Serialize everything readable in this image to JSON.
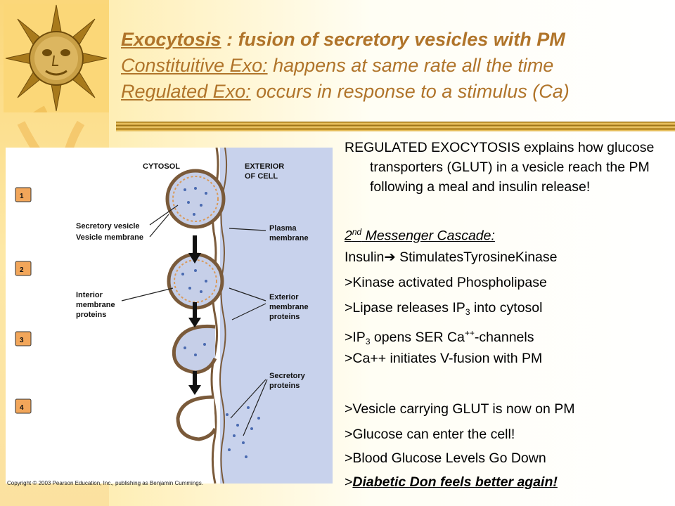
{
  "title": {
    "line1_term": "Exocytosis",
    "line1_rest": " : fusion of secretory vesicles with PM",
    "line2_term": "Constituitive Exo:",
    "line2_rest": " happens at same rate all the time",
    "line3_term": "Regulated Exo:",
    "line3_rest": " occurs in response to a stimulus (Ca)"
  },
  "figure": {
    "label_cytosol": "CYTOSOL",
    "label_exterior_1": "EXTERIOR",
    "label_exterior_2": "OF CELL",
    "steps": [
      "1",
      "2",
      "3",
      "4"
    ],
    "label_secretory_vesicle": "Secretory vesicle",
    "label_vesicle_membrane": "Vesicle membrane",
    "label_plasma_1": "Plasma",
    "label_plasma_2": "membrane",
    "label_interior_1": "Interior",
    "label_interior_2": "membrane",
    "label_interior_3": "proteins",
    "label_exterior_prot_1": "Exterior",
    "label_exterior_prot_2": "membrane",
    "label_exterior_prot_3": "proteins",
    "label_secretory_prot_1": "Secretory",
    "label_secretory_prot_2": "proteins",
    "copyright": "Copyright © 2003 Pearson Education, Inc., publishing as Benjamin Cummings."
  },
  "body": {
    "intro": "REGULATED EXOCYTOSIS explains how glucose transporters (GLUT) in a vesicle reach the PM following a meal and insulin release!",
    "cascade_num": "2",
    "cascade_sup": "nd",
    "cascade_rest": " Messenger Cascade:",
    "l1a": "Insulin",
    "l1arrow": "➔",
    "l1b": " StimulatesTyrosineKinase",
    "l2": ">Kinase activated Phospholipase",
    "l3a": ">Lipase releases IP",
    "l3sub": "3",
    "l3b": " into cytosol",
    "l4a": ">IP",
    "l4sub": "3",
    "l4b": " opens SER Ca",
    "l4sup": "++",
    "l4c": "-channels",
    "l5": ">Ca++ initiates V-fusion with PM",
    "l6": ">Vesicle carrying GLUT is now on PM",
    "l7": ">Glucose can enter the cell!",
    "l8": ">Blood Glucose Levels Go Down",
    "l9a": ">",
    "l9b": "Diabetic Don feels better again!"
  },
  "colors": {
    "title": "#b0742a",
    "exterior": "#c8d2ec",
    "vesicle": "#c6cfe8",
    "marker": "#f2a65a"
  }
}
